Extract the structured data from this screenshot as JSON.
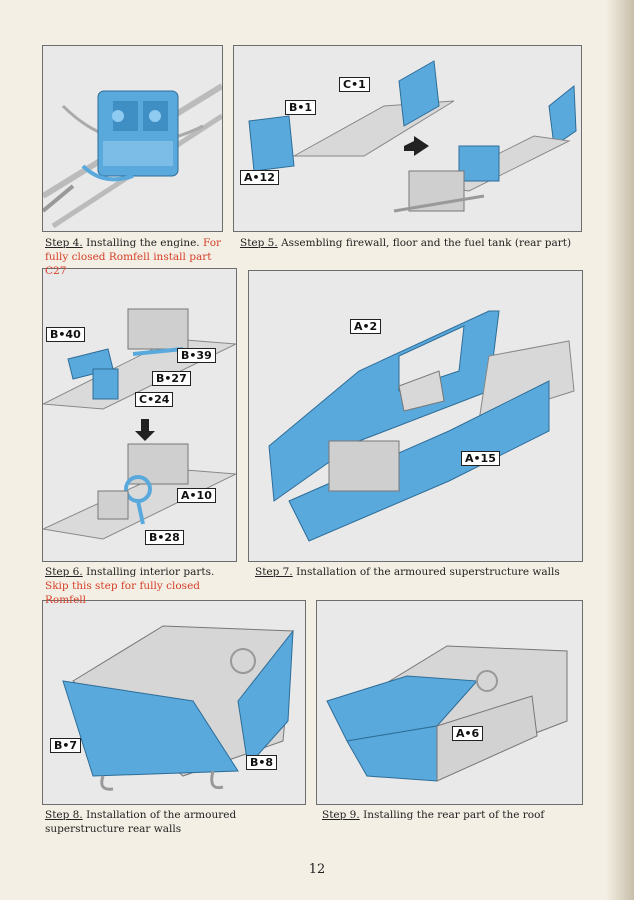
{
  "colors": {
    "part_blue": "#5aa9dc",
    "grey_model": "#cfd0d0",
    "warning_red": "#d6402a"
  },
  "steps": [
    {
      "step": "Step 4.",
      "text": "Installing the engine.",
      "warning": "For fully closed Romfell install part C27"
    },
    {
      "step": "Step 5.",
      "text": "Assembling firewall, floor and the fuel tank (rear part)",
      "warning": ""
    },
    {
      "step": "Step 6.",
      "text": "Installing interior parts.",
      "warning": "Skip this step for fully closed Romfell"
    },
    {
      "step": "Step 7.",
      "text": "Installation of the armoured superstructure walls",
      "warning": ""
    },
    {
      "step": "Step 8.",
      "text": "Installation of the armoured superstructure rear walls",
      "warning": ""
    },
    {
      "step": "Step 9.",
      "text": "Installing the rear part of the roof",
      "warning": ""
    }
  ],
  "labels": {
    "c1": "C•1",
    "b1": "B•1",
    "a12": "A•12",
    "b40": "B•40",
    "b39": "B•39",
    "b27": "B•27",
    "c24": "C•24",
    "a10": "A•10",
    "b28": "B•28",
    "a2": "A•2",
    "a15": "A•15",
    "b7": "B•7",
    "b8": "B•8",
    "a6": "A•6"
  },
  "page_number": "12"
}
